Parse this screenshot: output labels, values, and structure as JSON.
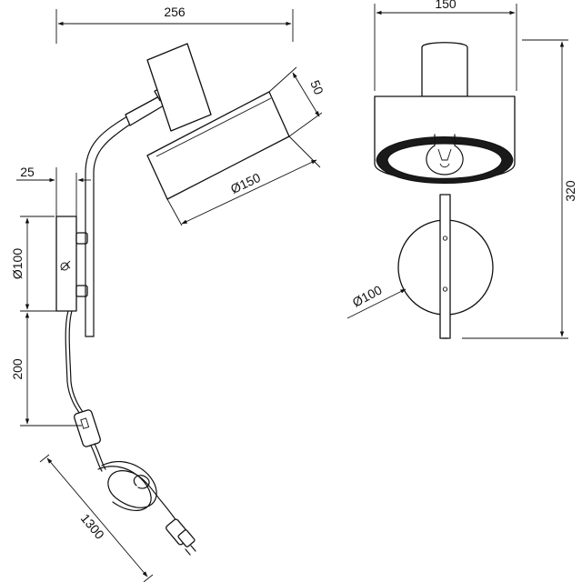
{
  "dimensions": {
    "side_width": "256",
    "front_width": "150",
    "total_height": "320",
    "shade_depth": "50",
    "shade_diameter": "Ø150",
    "wall_offset": "25",
    "side_plate_diameter": "Ø100",
    "cable_drop": "200",
    "cable_length": "1300",
    "front_plate_diameter": "Ø100"
  }
}
